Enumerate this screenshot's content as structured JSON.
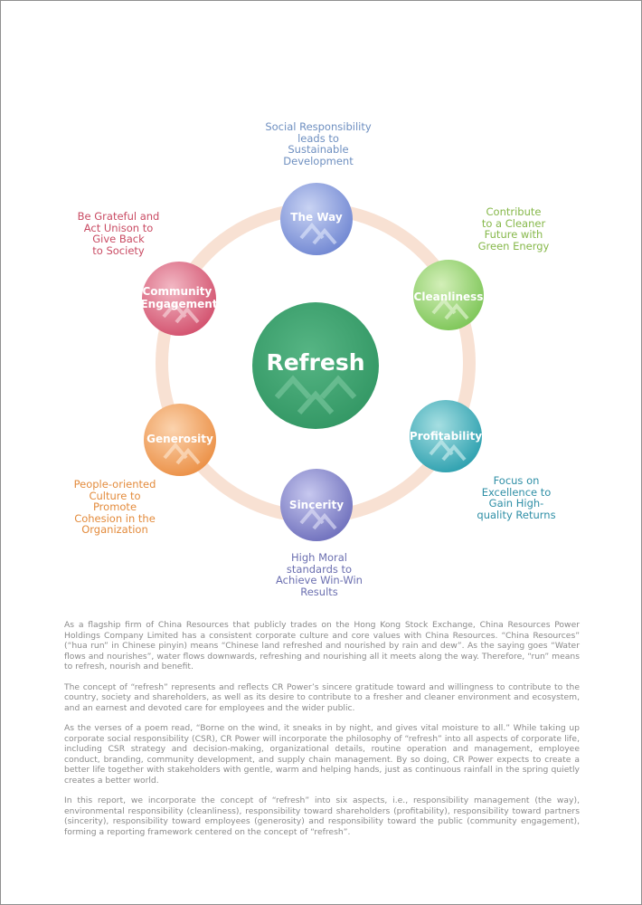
{
  "diagram": {
    "center": {
      "label": "Refresh",
      "color": "#3a9e6b"
    },
    "nodes": [
      {
        "id": "the-way",
        "label": "The Way",
        "color": "#7f93d6",
        "caption": "Social Responsibility\nleads to\nSustainable\nDevelopment",
        "caption_color": "#6e8fc0"
      },
      {
        "id": "cleanliness",
        "label": "Cleanliness",
        "color": "#8ccf62",
        "caption": "Contribute\nto a Cleaner\nFuture with\nGreen Energy",
        "caption_color": "#86b84a"
      },
      {
        "id": "profitability",
        "label": "Profitability",
        "color": "#35a9b4",
        "caption": "Focus on\nExcellence to\nGain High-\nquality Returns",
        "caption_color": "#2f8fa6"
      },
      {
        "id": "sincerity",
        "label": "Sincerity",
        "color": "#7b7cc4",
        "caption": "High Moral\nstandards to\nAchieve Win-Win\nResults",
        "caption_color": "#6b6fb0"
      },
      {
        "id": "generosity",
        "label": "Generosity",
        "color": "#ee9a52",
        "caption": "People-oriented\nCulture to\nPromote\nCohesion in the\nOrganization",
        "caption_color": "#e38b3c"
      },
      {
        "id": "community-engagement",
        "label": "Community\nEngagement",
        "color": "#d95a76",
        "caption": "Be Grateful and\nAct Unison to\nGive Back\nto Society",
        "caption_color": "#c94b63"
      }
    ],
    "ring_color": "#f7dccb"
  },
  "body": {
    "paragraphs": [
      "As a flagship firm of China Resources that publicly trades on the Hong Kong Stock Exchange, China Resources Power Holdings Company Limited has a consistent corporate culture and core values with China Resources. “China Resources” (“hua run” in Chinese pinyin) means “Chinese land refreshed and nourished by rain and dew”. As the saying goes “Water flows and nourishes”, water flows downwards, refreshing and nourishing all it meets along the way. Therefore, “run” means to refresh, nourish and benefit.",
      "The concept of “refresh” represents and reflects CR Power’s sincere gratitude toward and willingness to contribute to the country, society and shareholders, as well as its desire to contribute to a fresher and cleaner environment and ecosystem, and an earnest and devoted care for employees and the wider public.",
      "As the verses of a poem read, “Borne on the wind, it sneaks in by night, and gives vital moisture to all.” While taking up corporate social responsibility (CSR), CR Power will incorporate the philosophy of “refresh” into all aspects of corporate life, including CSR strategy and decision-making, organizational details, routine operation and management, employee conduct, branding, community development, and supply chain management. By so doing, CR Power expects to create a better life together with stakeholders with gentle, warm and helping hands, just as continuous rainfall in the spring quietly creates a better world.",
      "In this report, we incorporate the concept of “refresh” into six aspects, i.e., responsibility management (the way), environmental responsibility (cleanliness), responsibility toward shareholders (profitability), responsibility toward partners (sincerity), responsibility toward employees (generosity) and responsibility toward the public (community engagement), forming a reporting framework centered on the concept of “refresh”."
    ]
  }
}
